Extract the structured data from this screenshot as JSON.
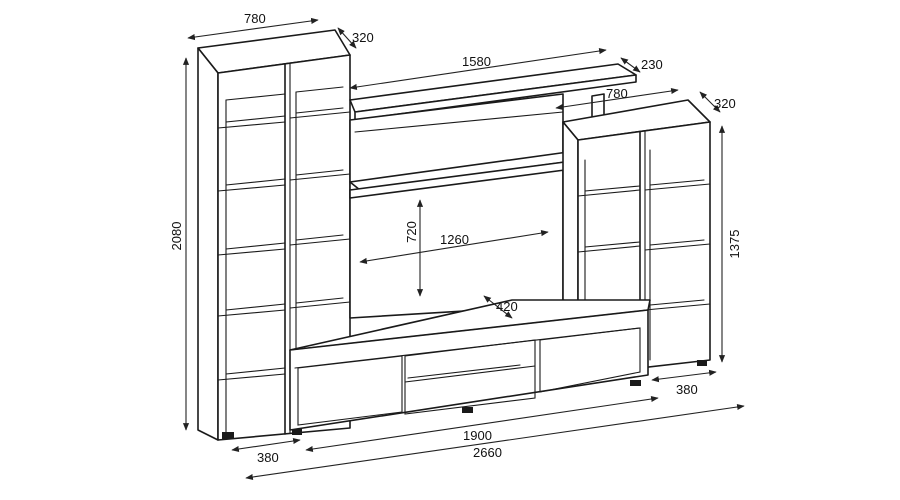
{
  "dimensions": {
    "left_width": "780",
    "left_depth": "320",
    "bridge_width": "1580",
    "bridge_depth": "230",
    "right_width": "780",
    "right_depth": "320",
    "left_height": "2080",
    "right_height": "1375",
    "tv_height": "720",
    "tv_width": "1260",
    "base_depth": "420",
    "right_base": "380",
    "left_base": "380",
    "base_width": "1900",
    "total_width": "2660"
  }
}
